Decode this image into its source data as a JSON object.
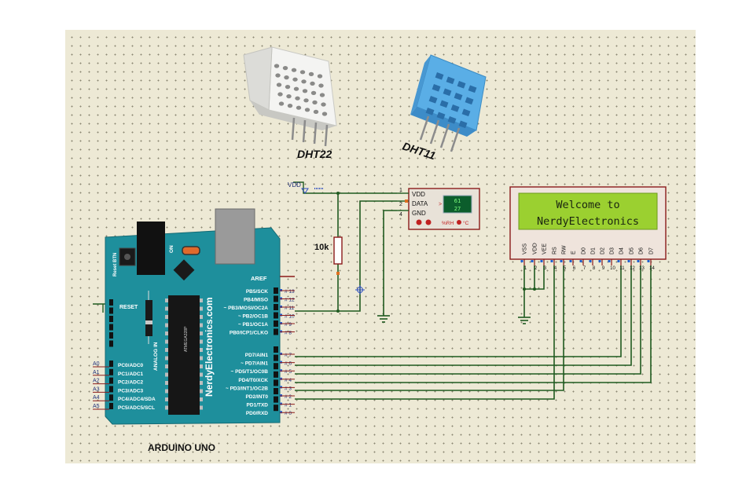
{
  "sensors": {
    "dht22_label": "DHT22",
    "dht11_label": "DHT11"
  },
  "arduino": {
    "board_label": "ARDUINO UNO",
    "brand_vertical": "NerdyElectronics.com",
    "reset_button_label": "Reset BTN",
    "on_label": "ON",
    "reset_label": "RESET",
    "analog_in_label": "ANALOG IN",
    "aref_label": "AREF",
    "chip_label": "ATMEGA328P",
    "digital_pins": [
      {
        "name": "PB5/SCK",
        "num": "13"
      },
      {
        "name": "PB4/MISO",
        "num": "12"
      },
      {
        "name": "~ PB3/MOSI/OC2A",
        "num": "11"
      },
      {
        "name": "~ PB2/OC1B",
        "num": "10"
      },
      {
        "name": "~ PB1/OC1A",
        "num": "9"
      },
      {
        "name": "PB0/ICP1/CLKO",
        "num": "8"
      },
      {
        "name": "PD7/AIN1",
        "num": "7"
      },
      {
        "name": "~ PD7/AIN1",
        "num": "6"
      },
      {
        "name": "~ PD5/T1/OC0B",
        "num": "5"
      },
      {
        "name": "PD4/T0/XCK",
        "num": "4"
      },
      {
        "name": "~ PD3/INT1/OC2B",
        "num": "3"
      },
      {
        "name": "PD2/INT0",
        "num": "2"
      },
      {
        "name": "PD1/TXD",
        "num": "1"
      },
      {
        "name": "PD0/RXD",
        "num": "0"
      }
    ],
    "analog_pins": [
      {
        "a": "A0",
        "name": "PC0/ADC0"
      },
      {
        "a": "A1",
        "name": "PC1/ADC1"
      },
      {
        "a": "A2",
        "name": "PC2/ADC2"
      },
      {
        "a": "A3",
        "name": "PC3/ADC3"
      },
      {
        "a": "A4",
        "name": "PC4/ADC4/SDA"
      },
      {
        "a": "A5",
        "name": "PC5/ADC5/SCL"
      }
    ]
  },
  "resistor": {
    "label": "10k"
  },
  "vdd_label": "VDD",
  "dht_module": {
    "pins": [
      {
        "num": "1",
        "name": "VDD"
      },
      {
        "num": "2",
        "name": "DATA"
      },
      {
        "num": "4",
        "name": "GND"
      }
    ],
    "readout_top": "61",
    "readout_bottom": "27",
    "footer": "%RH",
    "footer_unit": "°C"
  },
  "lcd": {
    "line1": "Welcome to",
    "line2": "NerdyElectronics",
    "pin_names": [
      "VSS",
      "VDD",
      "VEE",
      "RS",
      "RW",
      "E",
      "D0",
      "D1",
      "D2",
      "D3",
      "D4",
      "D5",
      "D6",
      "D7"
    ],
    "pin_numbers": [
      "1",
      "2",
      "3",
      "4",
      "5",
      "6",
      "7",
      "8",
      "9",
      "10",
      "11",
      "12",
      "13",
      "14"
    ]
  },
  "colors": {
    "sheet": "#ede9d5",
    "board": "#1e8f9c",
    "wire": "#1f5a1f",
    "component": "#8b1a1a",
    "lcd_screen": "#9bd030",
    "dht22_body": "#f2f2f0",
    "dht11_body": "#5aaee6"
  }
}
